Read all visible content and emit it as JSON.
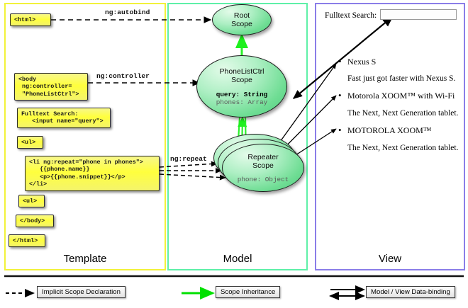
{
  "panels": [
    {
      "id": "template",
      "label": "Template",
      "border_color": "#f2f23a"
    },
    {
      "id": "model",
      "label": "Model",
      "border_color": "#5ef0a8"
    },
    {
      "id": "view",
      "label": "View",
      "border_color": "#8a7de8"
    }
  ],
  "template": {
    "boxes": [
      {
        "name": "html-open-box",
        "text": "<html>"
      },
      {
        "name": "body-controller-box",
        "text": "<body\n ng:controller=\n \"PhoneListCtrl\">"
      },
      {
        "name": "fulltext-search-box",
        "text": "Fulltext Search:\n   <input name=\"query\">"
      },
      {
        "name": "ul-open-box",
        "text": "<ul>"
      },
      {
        "name": "li-repeat-box",
        "text": "<li ng:repeat=\"phone in phones\">\n   {{phone.name}}\n   <p>{{phone.snippet}}</p>\n</li>"
      },
      {
        "name": "ul-close-box",
        "text": "<ul>"
      },
      {
        "name": "body-close-box",
        "text": "</body>"
      },
      {
        "name": "html-close-box",
        "text": "</html>"
      }
    ]
  },
  "connectors": {
    "autobind_label": "ng:autobind",
    "controller_label": "ng:controller",
    "repeat_label": "ng:repeat"
  },
  "model": {
    "root_scope": {
      "title_line1": "Root",
      "title_line2": "Scope"
    },
    "ctrl_scope": {
      "title_line1": "PhoneListCtrl",
      "title_line2": "Scope",
      "prop1": "query: String",
      "prop2": "phones: Array"
    },
    "repeater_scope": {
      "title_line1": "Repeater",
      "title_line2": "Scope",
      "prop1": "phone: Object"
    }
  },
  "view": {
    "search_label": "Fulltext Search:",
    "search_value": "",
    "search_placeholder": "",
    "items": [
      {
        "name": "Nexus S",
        "snippet": "Fast just got faster with Nexus S."
      },
      {
        "name": "Motorola XOOM™  with Wi-Fi",
        "snippet": "The Next, Next Generation tablet."
      },
      {
        "name": "MOTOROLA XOOM™",
        "snippet": "The Next, Next Generation tablet."
      }
    ]
  },
  "legend": [
    {
      "name": "legend-implicit-scope",
      "label": "Implicit Scope Declaration",
      "style": "dashed-arrow",
      "color": "#000000"
    },
    {
      "name": "legend-scope-inheritance",
      "label": "Scope Inheritance",
      "style": "solid-arrow",
      "color": "#00e000"
    },
    {
      "name": "legend-data-binding",
      "label": "Model / View Data-binding",
      "style": "double-arrow",
      "color": "#000000"
    }
  ]
}
